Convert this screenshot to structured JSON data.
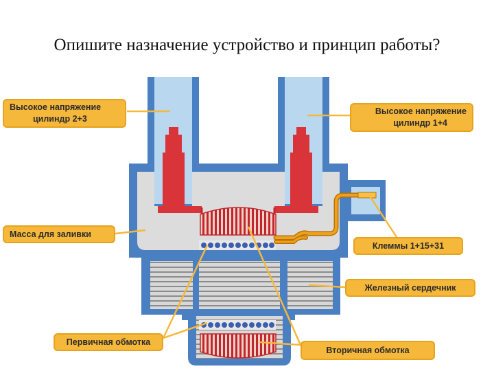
{
  "page": {
    "title": "Опишите назначение устройство и принцип работы?"
  },
  "labels": {
    "hv_left": {
      "line1": "Высокое напряжение",
      "line2": "цилиндр  2+3"
    },
    "hv_right": {
      "line1": "Высокое напряжение",
      "line2": "цилиндр  1+4"
    },
    "potting": "Масса для заливки",
    "terminals": "Клеммы 1+15+31",
    "core": "Железный сердечник",
    "primary": "Первичная обмотка",
    "secondary": "Вторичная обмотка"
  },
  "colors": {
    "housing": "#4a7fc1",
    "housing_fill": "#dcdcdc",
    "tower_inner": "#b9d7ee",
    "connector": "#d9343a",
    "coil_red": "#c0272d",
    "coil_blue": "#3b5fae",
    "core_stripe": "#8c8c8c",
    "terminal": "#f0a020",
    "callout": "#f6b83a"
  }
}
